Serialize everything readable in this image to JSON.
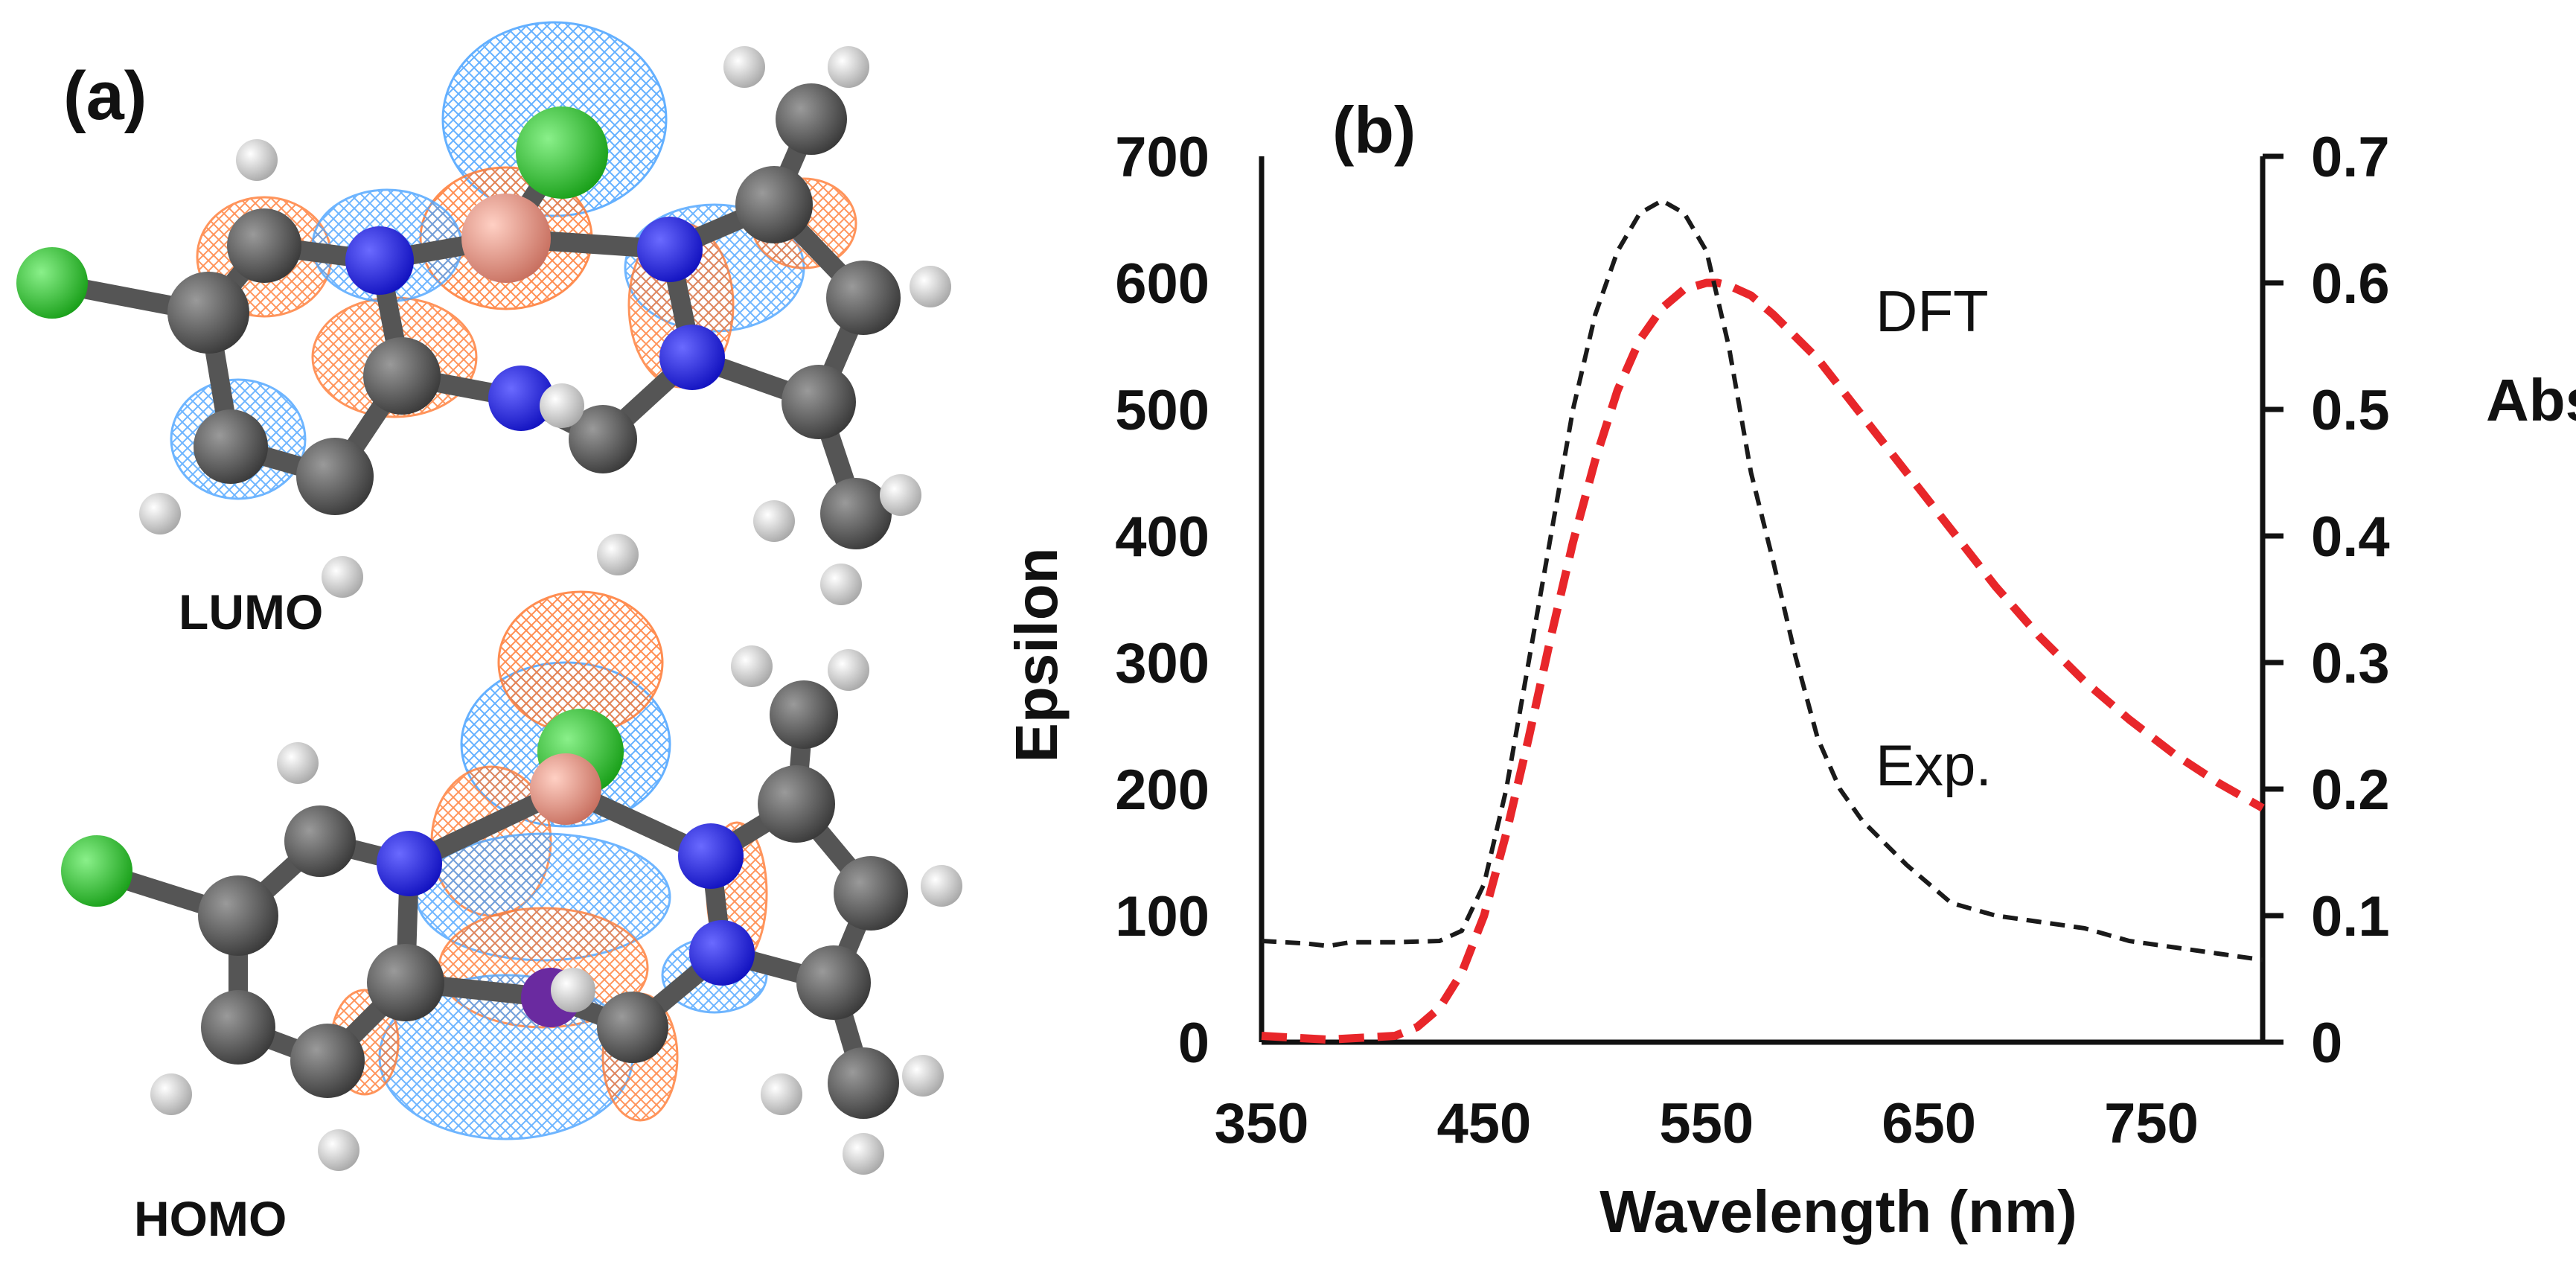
{
  "panel_a": {
    "label": "(a)",
    "lumo_label": "LUMO",
    "homo_label": "HOMO",
    "colors": {
      "carbon": "#4a4a4a",
      "hydrogen": "#d9d9d9",
      "nitrogen": "#1f1fe0",
      "chlorine": "#22c022",
      "metal": "#e8a090",
      "orbital_positive": "#ff7a33",
      "orbital_negative": "#4aa3ff"
    }
  },
  "panel_b": {
    "label": "(b)",
    "annotations": [
      "DFT",
      "Exp."
    ]
  },
  "chart_data": {
    "type": "line",
    "xlabel": "Wavelength (nm)",
    "ylabel": "Epsilon",
    "y2label": "Abs.",
    "xlim": [
      350,
      800
    ],
    "ylim": [
      0,
      700
    ],
    "y2lim": [
      0,
      0.7
    ],
    "xticks": [
      "350",
      "450",
      "550",
      "650",
      "750"
    ],
    "xtick_values": [
      350,
      450,
      550,
      650,
      750
    ],
    "yticks": [
      "0",
      "100",
      "200",
      "300",
      "400",
      "500",
      "600",
      "700"
    ],
    "ytick_values": [
      0,
      100,
      200,
      300,
      400,
      500,
      600,
      700
    ],
    "y2ticks": [
      "0",
      "0.1",
      "0.2",
      "0.3",
      "0.4",
      "0.5",
      "0.6",
      "0.7"
    ],
    "y2tick_values": [
      0,
      0.1,
      0.2,
      0.3,
      0.4,
      0.5,
      0.6,
      0.7
    ],
    "grid": false,
    "series": [
      {
        "name": "DFT",
        "axis": "left",
        "color": "#e8262a",
        "x": [
          350,
          380,
          410,
          420,
          430,
          440,
          450,
          460,
          470,
          480,
          490,
          500,
          510,
          520,
          530,
          540,
          550,
          555,
          560,
          570,
          580,
          600,
          620,
          640,
          660,
          680,
          700,
          720,
          740,
          760,
          780,
          800
        ],
        "y": [
          5,
          2,
          5,
          12,
          27,
          55,
          100,
          165,
          240,
          320,
          395,
          460,
          515,
          555,
          580,
          595,
          600,
          600,
          598,
          590,
          575,
          540,
          495,
          450,
          405,
          360,
          320,
          285,
          255,
          228,
          205,
          185
        ]
      },
      {
        "name": "Exp.",
        "axis": "right",
        "color": "#1a1a1a",
        "x": [
          350,
          370,
          380,
          390,
          410,
          430,
          440,
          450,
          460,
          470,
          480,
          490,
          500,
          510,
          520,
          530,
          540,
          550,
          560,
          570,
          580,
          590,
          600,
          610,
          620,
          640,
          660,
          680,
          700,
          720,
          740,
          760,
          780,
          800
        ],
        "y": [
          0.08,
          0.078,
          0.076,
          0.079,
          0.079,
          0.08,
          0.088,
          0.125,
          0.2,
          0.3,
          0.4,
          0.5,
          0.575,
          0.625,
          0.655,
          0.665,
          0.655,
          0.625,
          0.55,
          0.45,
          0.38,
          0.305,
          0.24,
          0.2,
          0.175,
          0.14,
          0.11,
          0.1,
          0.095,
          0.09,
          0.08,
          0.075,
          0.07,
          0.065
        ]
      }
    ]
  }
}
